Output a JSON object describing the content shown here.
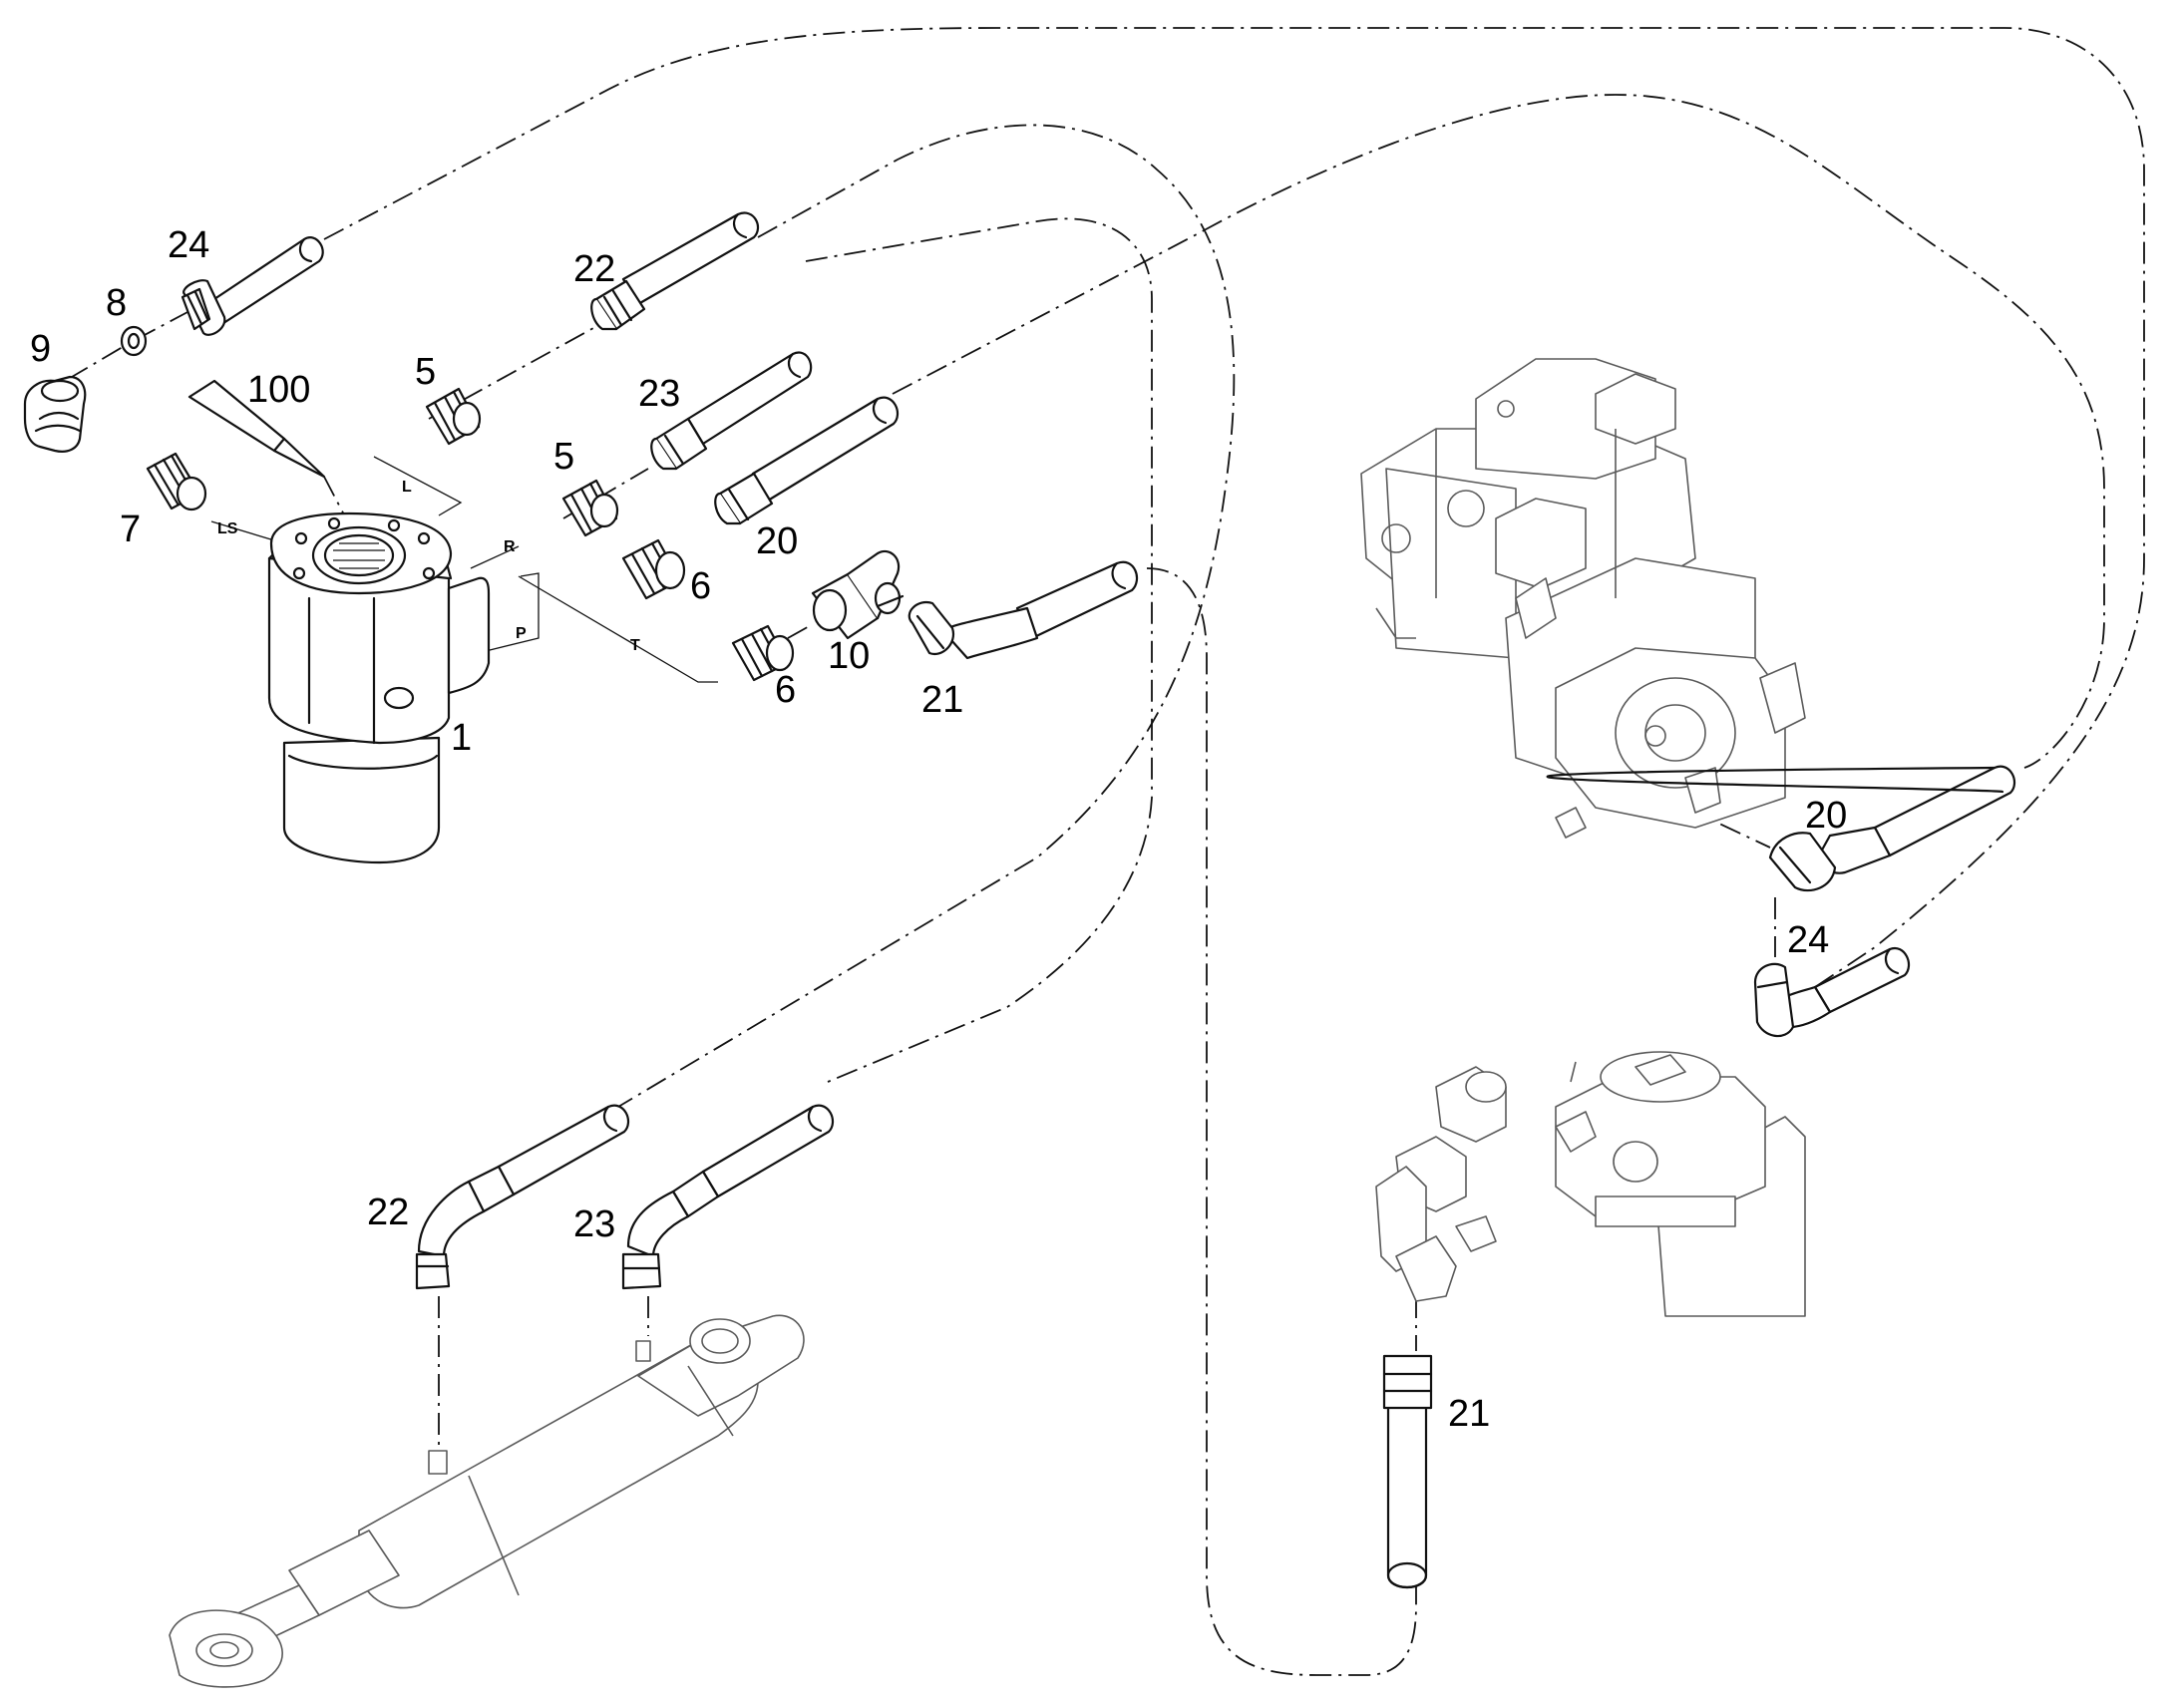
{
  "colors": {
    "line": "#111111",
    "ghost": "#5a5a5a",
    "background": "#ffffff"
  },
  "callouts": {
    "c1": "1",
    "c5a": "5",
    "c5b": "5",
    "c6a": "6",
    "c6b": "6",
    "c7": "7",
    "c8": "8",
    "c9": "9",
    "c10": "10",
    "c20a": "20",
    "c20b": "20",
    "c21a": "21",
    "c21b": "21",
    "c22a": "22",
    "c22b": "22",
    "c23a": "23",
    "c23b": "23",
    "c24a": "24",
    "c24b": "24",
    "c100": "100"
  },
  "ports": {
    "ls": "LS",
    "l": "L",
    "r": "R",
    "p": "P",
    "t": "T"
  }
}
